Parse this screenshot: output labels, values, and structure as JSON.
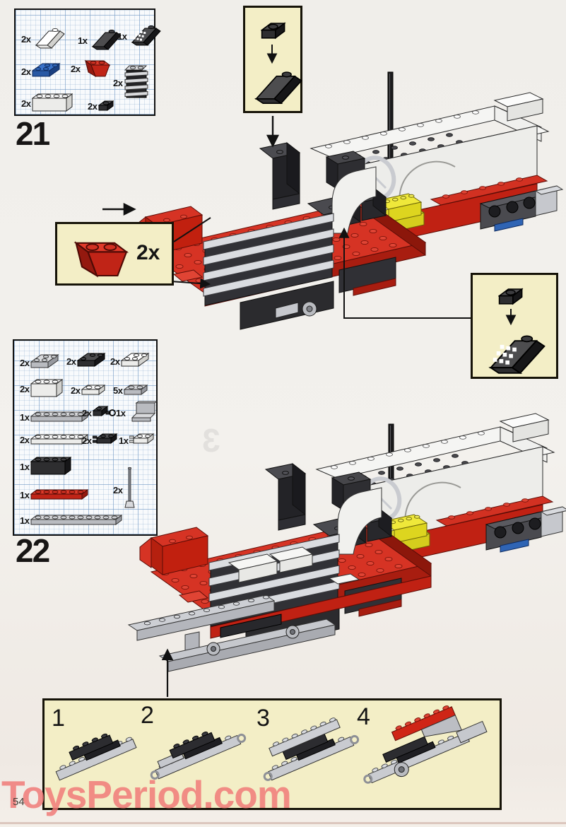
{
  "page": {
    "number": "54",
    "watermark": "ToysPeriod.com",
    "ghost_digit": "3"
  },
  "step21": {
    "number": "21",
    "parts": [
      {
        "count": "2x",
        "name": "white-slope",
        "type": "slope",
        "color": "white"
      },
      {
        "count": "1x",
        "name": "black-slope",
        "type": "slope",
        "color": "black"
      },
      {
        "count": "1x",
        "name": "black-slope-keypad",
        "type": "slopekey",
        "color": "black"
      },
      {
        "count": "2x",
        "name": "blue-plate-2x2",
        "type": "plate22",
        "color": "blue"
      },
      {
        "count": "2x",
        "name": "red-inverted-slope",
        "type": "islope",
        "color": "red"
      },
      {
        "count": "2x",
        "name": "grey-grille-stack",
        "type": "grille",
        "color": "grey"
      },
      {
        "count": "2x",
        "name": "white-brick-1x4",
        "type": "brick",
        "n": 4,
        "color": "white"
      },
      {
        "count": "2x",
        "name": "black-plate-1x1",
        "type": "plate",
        "n": 1,
        "color": "black"
      }
    ],
    "callout": {
      "count": "2x",
      "part": "red-inverted-slope"
    },
    "inset_top": {
      "parts": [
        "black-plate-1x1",
        "black-slope"
      ]
    },
    "inset_phone": {
      "parts": [
        "black-plate-1x1",
        "black-slope-keypad"
      ]
    }
  },
  "step22": {
    "number": "22",
    "parts": [
      {
        "count": "2x",
        "name": "grey-plate-2x2",
        "type": "plate22",
        "color": "grey"
      },
      {
        "count": "2x",
        "name": "black-corner-plate-2x2",
        "type": "corner22",
        "color": "black"
      },
      {
        "count": "2x",
        "name": "white-plate-2x2",
        "type": "plate22",
        "color": "white"
      },
      {
        "count": "2x",
        "name": "white-brick-1x3",
        "type": "brick",
        "n": 3,
        "color": "white"
      },
      {
        "count": "2x",
        "name": "white-plate-1x2",
        "type": "plate",
        "n": 2,
        "color": "white"
      },
      {
        "count": "5x",
        "name": "grey-plate-1x2",
        "type": "plate",
        "n": 2,
        "color": "grey"
      },
      {
        "count": "1x",
        "name": "grey-plate-1x6",
        "type": "plate",
        "n": 6,
        "color": "grey"
      },
      {
        "count": "2x",
        "name": "black-clip-plate",
        "type": "clip",
        "color": "black"
      },
      {
        "count": "1x",
        "name": "grey-panel",
        "type": "panel",
        "color": "grey"
      },
      {
        "count": "2x",
        "name": "white-plate-1x6",
        "type": "plate",
        "n": 6,
        "color": "white"
      },
      {
        "count": "2x",
        "name": "black-clip-horizontal",
        "type": "cliph",
        "color": "black"
      },
      {
        "count": "1x",
        "name": "white-clip-plate",
        "type": "cliph",
        "color": "white"
      },
      {
        "count": "1x",
        "name": "black-brick-1x4",
        "type": "brick",
        "n": 4,
        "color": "black"
      },
      {
        "count": "1x",
        "name": "red-plate-1x6",
        "type": "plate",
        "n": 6,
        "color": "red"
      },
      {
        "count": "1x",
        "name": "grey-plate-1x10",
        "type": "plate",
        "n": 10,
        "color": "grey"
      },
      {
        "count": "2x",
        "name": "grey-antenna",
        "type": "antenna",
        "color": "grey"
      }
    ]
  },
  "substeps": [
    {
      "label": "1"
    },
    {
      "label": "2"
    },
    {
      "label": "3"
    },
    {
      "label": "4"
    }
  ],
  "colors": {
    "lego_red": "#d63324",
    "lego_blue": "#2f64b4",
    "lego_yellow": "#efe83a",
    "lego_grey": "#c6c8cd",
    "lego_black": "#232326",
    "lego_white": "#f6f6f4",
    "box_yellow": "#f3eec6",
    "grid_blue": "#9db8d2",
    "watermark_pink": "#ef7a78"
  }
}
